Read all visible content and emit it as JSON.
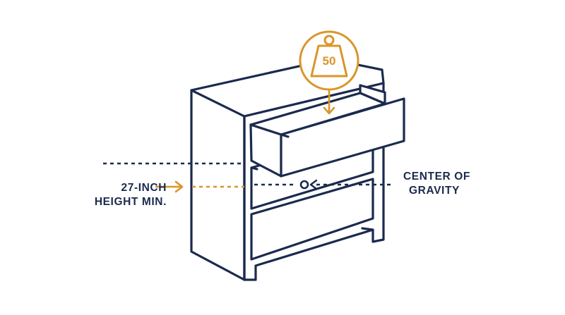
{
  "weight": {
    "value": "50"
  },
  "labels": {
    "height_line1": "27-INCH",
    "height_line2": "HEIGHT MIN.",
    "cog_line1": "CENTER OF",
    "cog_line2": "GRAVITY"
  },
  "colors": {
    "outline": "#1b2a4e",
    "accent": "#d9962a",
    "background": "#ffffff"
  },
  "icons": {
    "weight": "kettlebell-weight-icon",
    "gravity": "center-of-gravity-marker-icon"
  }
}
